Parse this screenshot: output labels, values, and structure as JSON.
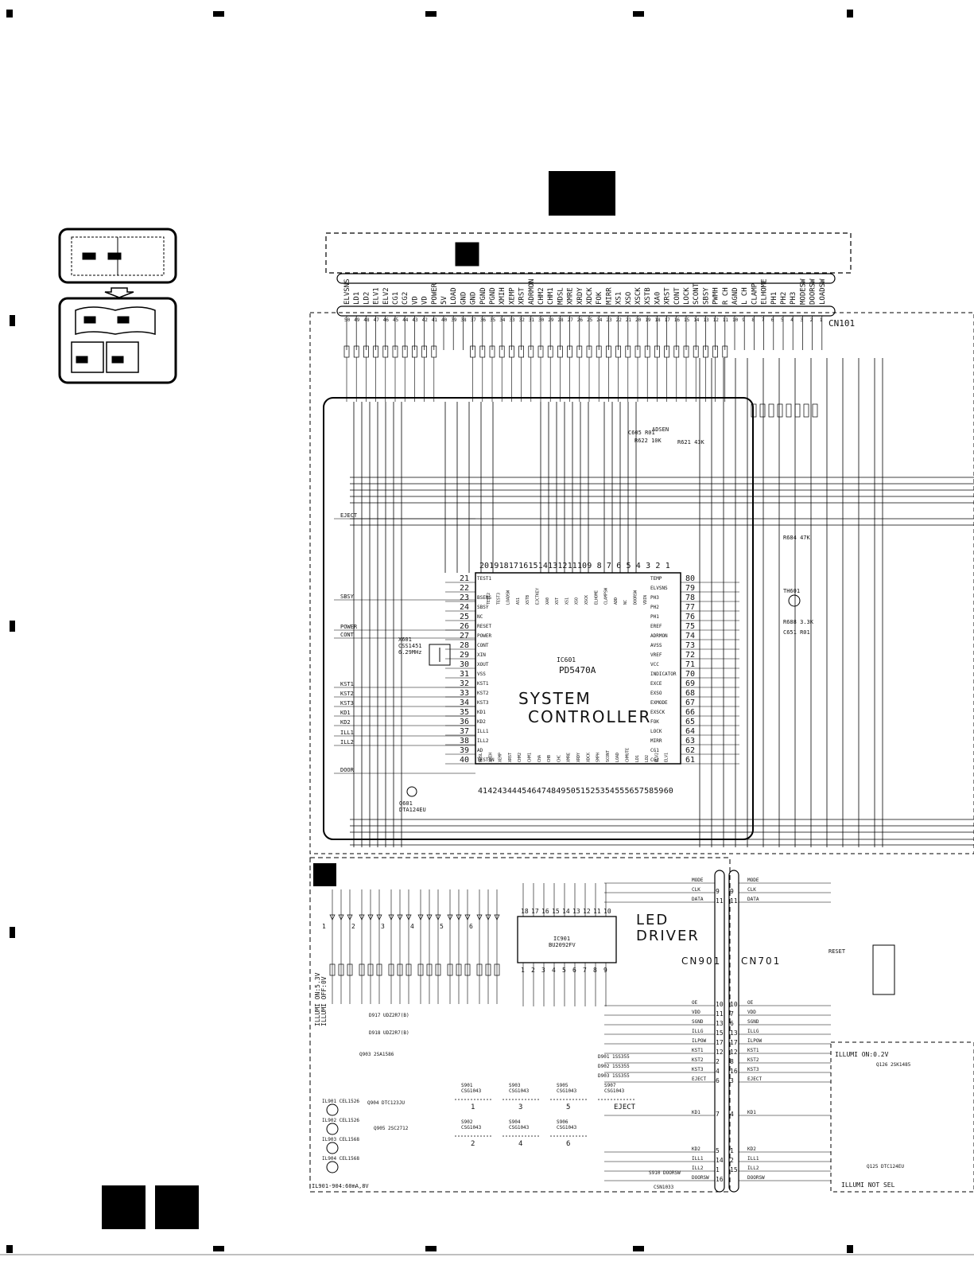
{
  "cn101": {
    "label": "CN101",
    "pins": [
      "ELVSNS",
      "LD1",
      "LD2",
      "ELV1",
      "ELV2",
      "CG1",
      "CG2",
      "VD",
      "VD",
      "POWER",
      "5V",
      "LOAD",
      "GND",
      "GND",
      "PGND",
      "PGND",
      "XMIH",
      "XEMP",
      "XRST",
      "ADRMON",
      "CHM2",
      "CHM1",
      "MDSL",
      "XMRE",
      "XRDY",
      "XDCK",
      "FOK",
      "MIRR",
      "XS1",
      "XSO",
      "XSCK",
      "XSTB",
      "XA0",
      "XRST",
      "CONT",
      "LOCK",
      "SCONT",
      "SBSY",
      "PWMH",
      "R CH",
      "AGND",
      "L CH",
      "CLAMP",
      "ELHOME",
      "PH1",
      "PH2",
      "PH3",
      "MODESW",
      "DOORSW",
      "LOADSW"
    ],
    "pin_numbers": [
      "50",
      "49",
      "48",
      "47",
      "46",
      "45",
      "44",
      "43",
      "42",
      "41",
      "40",
      "39",
      "38",
      "37",
      "36",
      "35",
      "34",
      "33",
      "32",
      "31",
      "30",
      "29",
      "28",
      "27",
      "26",
      "25",
      "24",
      "23",
      "22",
      "21",
      "20",
      "19",
      "18",
      "17",
      "16",
      "15",
      "14",
      "13",
      "12",
      "11",
      "10",
      "9",
      "8",
      "7",
      "6",
      "5",
      "4",
      "3",
      "2",
      "1"
    ]
  },
  "ic601": {
    "ref": "IC601",
    "part": "PD5470A",
    "title_line1": "SYSTEM",
    "title_line2": "CONTROLLER",
    "left_pins": [
      {
        "n": "21",
        "name": "TEST1"
      },
      {
        "n": "22",
        "name": ""
      },
      {
        "n": "23",
        "name": "BSENS"
      },
      {
        "n": "24",
        "name": "SBSY"
      },
      {
        "n": "25",
        "name": "NC"
      },
      {
        "n": "26",
        "name": "RESET"
      },
      {
        "n": "27",
        "name": "POWER"
      },
      {
        "n": "28",
        "name": "CONT"
      },
      {
        "n": "29",
        "name": "XIN"
      },
      {
        "n": "30",
        "name": "XOUT"
      },
      {
        "n": "31",
        "name": "VSS"
      },
      {
        "n": "32",
        "name": "KST1"
      },
      {
        "n": "33",
        "name": "KST2"
      },
      {
        "n": "34",
        "name": "KST3"
      },
      {
        "n": "35",
        "name": "KD1"
      },
      {
        "n": "36",
        "name": "KD2"
      },
      {
        "n": "37",
        "name": "ILL1"
      },
      {
        "n": "38",
        "name": "ILL2"
      },
      {
        "n": "39",
        "name": "AD"
      },
      {
        "n": "40",
        "name": "TESTIN"
      }
    ],
    "right_pins": [
      {
        "n": "80",
        "name": "TEMP"
      },
      {
        "n": "79",
        "name": "ELVSNS"
      },
      {
        "n": "78",
        "name": "PH3"
      },
      {
        "n": "77",
        "name": "PH2"
      },
      {
        "n": "76",
        "name": "PH1"
      },
      {
        "n": "75",
        "name": "EREF"
      },
      {
        "n": "74",
        "name": "ADRMON"
      },
      {
        "n": "73",
        "name": "AVSS"
      },
      {
        "n": "72",
        "name": "VREF"
      },
      {
        "n": "71",
        "name": "VCC"
      },
      {
        "n": "70",
        "name": "INDICATOR"
      },
      {
        "n": "69",
        "name": "EXCE"
      },
      {
        "n": "68",
        "name": "EXSO"
      },
      {
        "n": "67",
        "name": "EXMODE"
      },
      {
        "n": "66",
        "name": "EXSCK"
      },
      {
        "n": "65",
        "name": "FOK"
      },
      {
        "n": "64",
        "name": "LOCK"
      },
      {
        "n": "63",
        "name": "MIRR"
      },
      {
        "n": "62",
        "name": "CG1"
      },
      {
        "n": "61",
        "name": "CG2"
      }
    ],
    "top_pins": [
      "20",
      "19",
      "18",
      "17",
      "16",
      "15",
      "14",
      "13",
      "12",
      "11",
      "10",
      "9",
      "8",
      "7",
      "6",
      "5",
      "4",
      "3",
      "2",
      "1"
    ],
    "bottom_pins": [
      "41",
      "42",
      "43",
      "44",
      "45",
      "46",
      "47",
      "48",
      "49",
      "50",
      "51",
      "52",
      "53",
      "54",
      "55",
      "56",
      "57",
      "58",
      "59",
      "60"
    ],
    "top_names": [
      "TEST2",
      "TEST3",
      "LOADSW",
      "AS1",
      "XSTB",
      "EJCTKEY",
      "XA0",
      "XST",
      "XS1",
      "XSO",
      "XSCK",
      "ELHOME",
      "CLAMPSW",
      "ADD",
      "NC",
      "DOORSW",
      "VDIN"
    ],
    "bottom_names": [
      "MDSL",
      "XMIH",
      "XEMP",
      "XRST",
      "CHM2",
      "CHM1",
      "CHA",
      "CHB",
      "CHC",
      "XMRE",
      "XRDY",
      "XDCK",
      "SMPH",
      "SCONT",
      "LOAD",
      "CHMUTE",
      "LD1",
      "LD2",
      "ELV2",
      "ELV1"
    ]
  },
  "crystal": {
    "ref": "X601",
    "part": "CSS1451",
    "freq": "6.29MHz"
  },
  "q601": {
    "ref": "Q601",
    "part": "DTA124EU"
  },
  "left_signals": [
    "ELVSNS",
    "LD1",
    "LD2",
    "ELV1",
    "ELV2",
    "CG1",
    "CG2",
    "VD",
    "POWER",
    "LOAD"
  ],
  "right_signals": [
    "CLAMP",
    "ELHOME",
    "PH1",
    "PH2",
    "PH3",
    "MODESW",
    "DOORSW",
    "LOADSW"
  ],
  "side_labels": [
    "EJECT",
    "SBSY",
    "POWER",
    "CONT",
    "KST1",
    "KST2",
    "KST3",
    "KD1",
    "KD2",
    "ILL1",
    "ILL2",
    "DOOR"
  ],
  "mid_labels": {
    "adsen": "ADSEN",
    "r622": "R622 10K",
    "r621": "R621 43K",
    "c605": "C605 R01",
    "r684": "R684 47K",
    "th601": "TH601",
    "r688": "R688 3.3K",
    "c651": "C651 R01"
  },
  "ic901": {
    "ref": "IC901",
    "part": "BU2092FV",
    "title_line1": "LED",
    "title_line2": "DRIVER",
    "pins_top": [
      "18",
      "17",
      "16",
      "15",
      "14",
      "13",
      "12",
      "11",
      "10"
    ],
    "pins_bottom": [
      "1",
      "2",
      "3",
      "4",
      "5",
      "6",
      "7",
      "8",
      "9"
    ]
  },
  "cn901": {
    "label": "CN901",
    "pins": [
      "9",
      "11",
      "10",
      "11",
      "13",
      "15",
      "17",
      "12",
      "2",
      "4",
      "6",
      "7",
      "5",
      "14",
      "1",
      "16"
    ]
  },
  "cn701": {
    "label": "CN701",
    "pins": [
      "9",
      "11",
      "10",
      "7",
      "6",
      "13",
      "17",
      "12",
      "8",
      "16",
      "3",
      "4",
      "1",
      "2",
      "15"
    ]
  },
  "cn901_signals": [
    "MODE",
    "CLK",
    "DATA",
    "OE",
    "VDD",
    "SGND",
    "ILLG",
    "ILPOW",
    "KST1",
    "KST2",
    "KST3",
    "EJECT",
    "KD1",
    "KD2",
    "ILL1",
    "ILL2",
    "DOORSW"
  ],
  "switches": [
    {
      "ref": "S901",
      "part": "CSG1043",
      "n": "1"
    },
    {
      "ref": "S902",
      "part": "CSG1043",
      "n": "2"
    },
    {
      "ref": "S903",
      "part": "CSG1043",
      "n": "3"
    },
    {
      "ref": "S904",
      "part": "CSG1043",
      "n": "4"
    },
    {
      "ref": "S905",
      "part": "CSG1043",
      "n": "5"
    },
    {
      "ref": "S906",
      "part": "CSG1043",
      "n": "6"
    },
    {
      "ref": "S907",
      "part": "CSG1043",
      "n": "EJECT"
    }
  ],
  "illum": {
    "on": "ILLUMI ON:5.3V",
    "off": "ILLUMI OFF:0V",
    "note": "IL901-904:60mA,8V",
    "right_note": "ILLUMI ON:0.2V",
    "right_bottom": "ILLUMI NOT SEL",
    "s910": "S910 DOORSW",
    "csn": "CSN1033"
  },
  "lamps": [
    "IL901 CEL1526",
    "IL902 CEL1526",
    "IL903 CEL1568",
    "IL904 CEL1568"
  ],
  "transistors": [
    "Q903 2SA1586",
    "Q904 DTC123JU",
    "Q905 2SC2712",
    "Q126 2SK1485",
    "Q125 DTC124EU"
  ],
  "diodes": [
    "D917 UDZ2R7(B)",
    "D918 UDZ2R7(B)",
    "D901 1SS355",
    "D902 1SS355",
    "D903 1SS355"
  ],
  "led_groups": [
    "1",
    "2",
    "3",
    "4",
    "5",
    "6"
  ],
  "reset_label": "RESET"
}
